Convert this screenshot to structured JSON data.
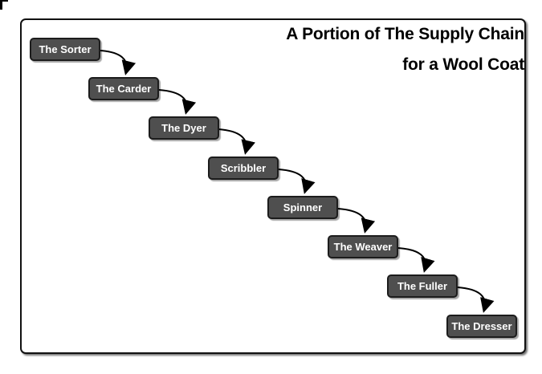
{
  "title": {
    "line1": "A Portion of The Supply Chain",
    "line2": "for a Wool Coat"
  },
  "nodes": [
    {
      "label": "The Sorter"
    },
    {
      "label": "The Carder"
    },
    {
      "label": "The Dyer"
    },
    {
      "label": "Scribbler"
    },
    {
      "label": "Spinner"
    },
    {
      "label": "The Weaver"
    },
    {
      "label": "The Fuller"
    },
    {
      "label": "The Dresser"
    }
  ],
  "flow_order": "The Sorter → The Carder → The Dyer → Scribbler → Spinner → The Weaver → The Fuller → The Dresser",
  "colors": {
    "node_fill": "#4f4f4f",
    "node_border": "#1c1c1c",
    "node_text": "#ffffff",
    "frame_border": "#111111",
    "arrow": "#000000",
    "title_text": "#000000",
    "background": "#ffffff"
  }
}
